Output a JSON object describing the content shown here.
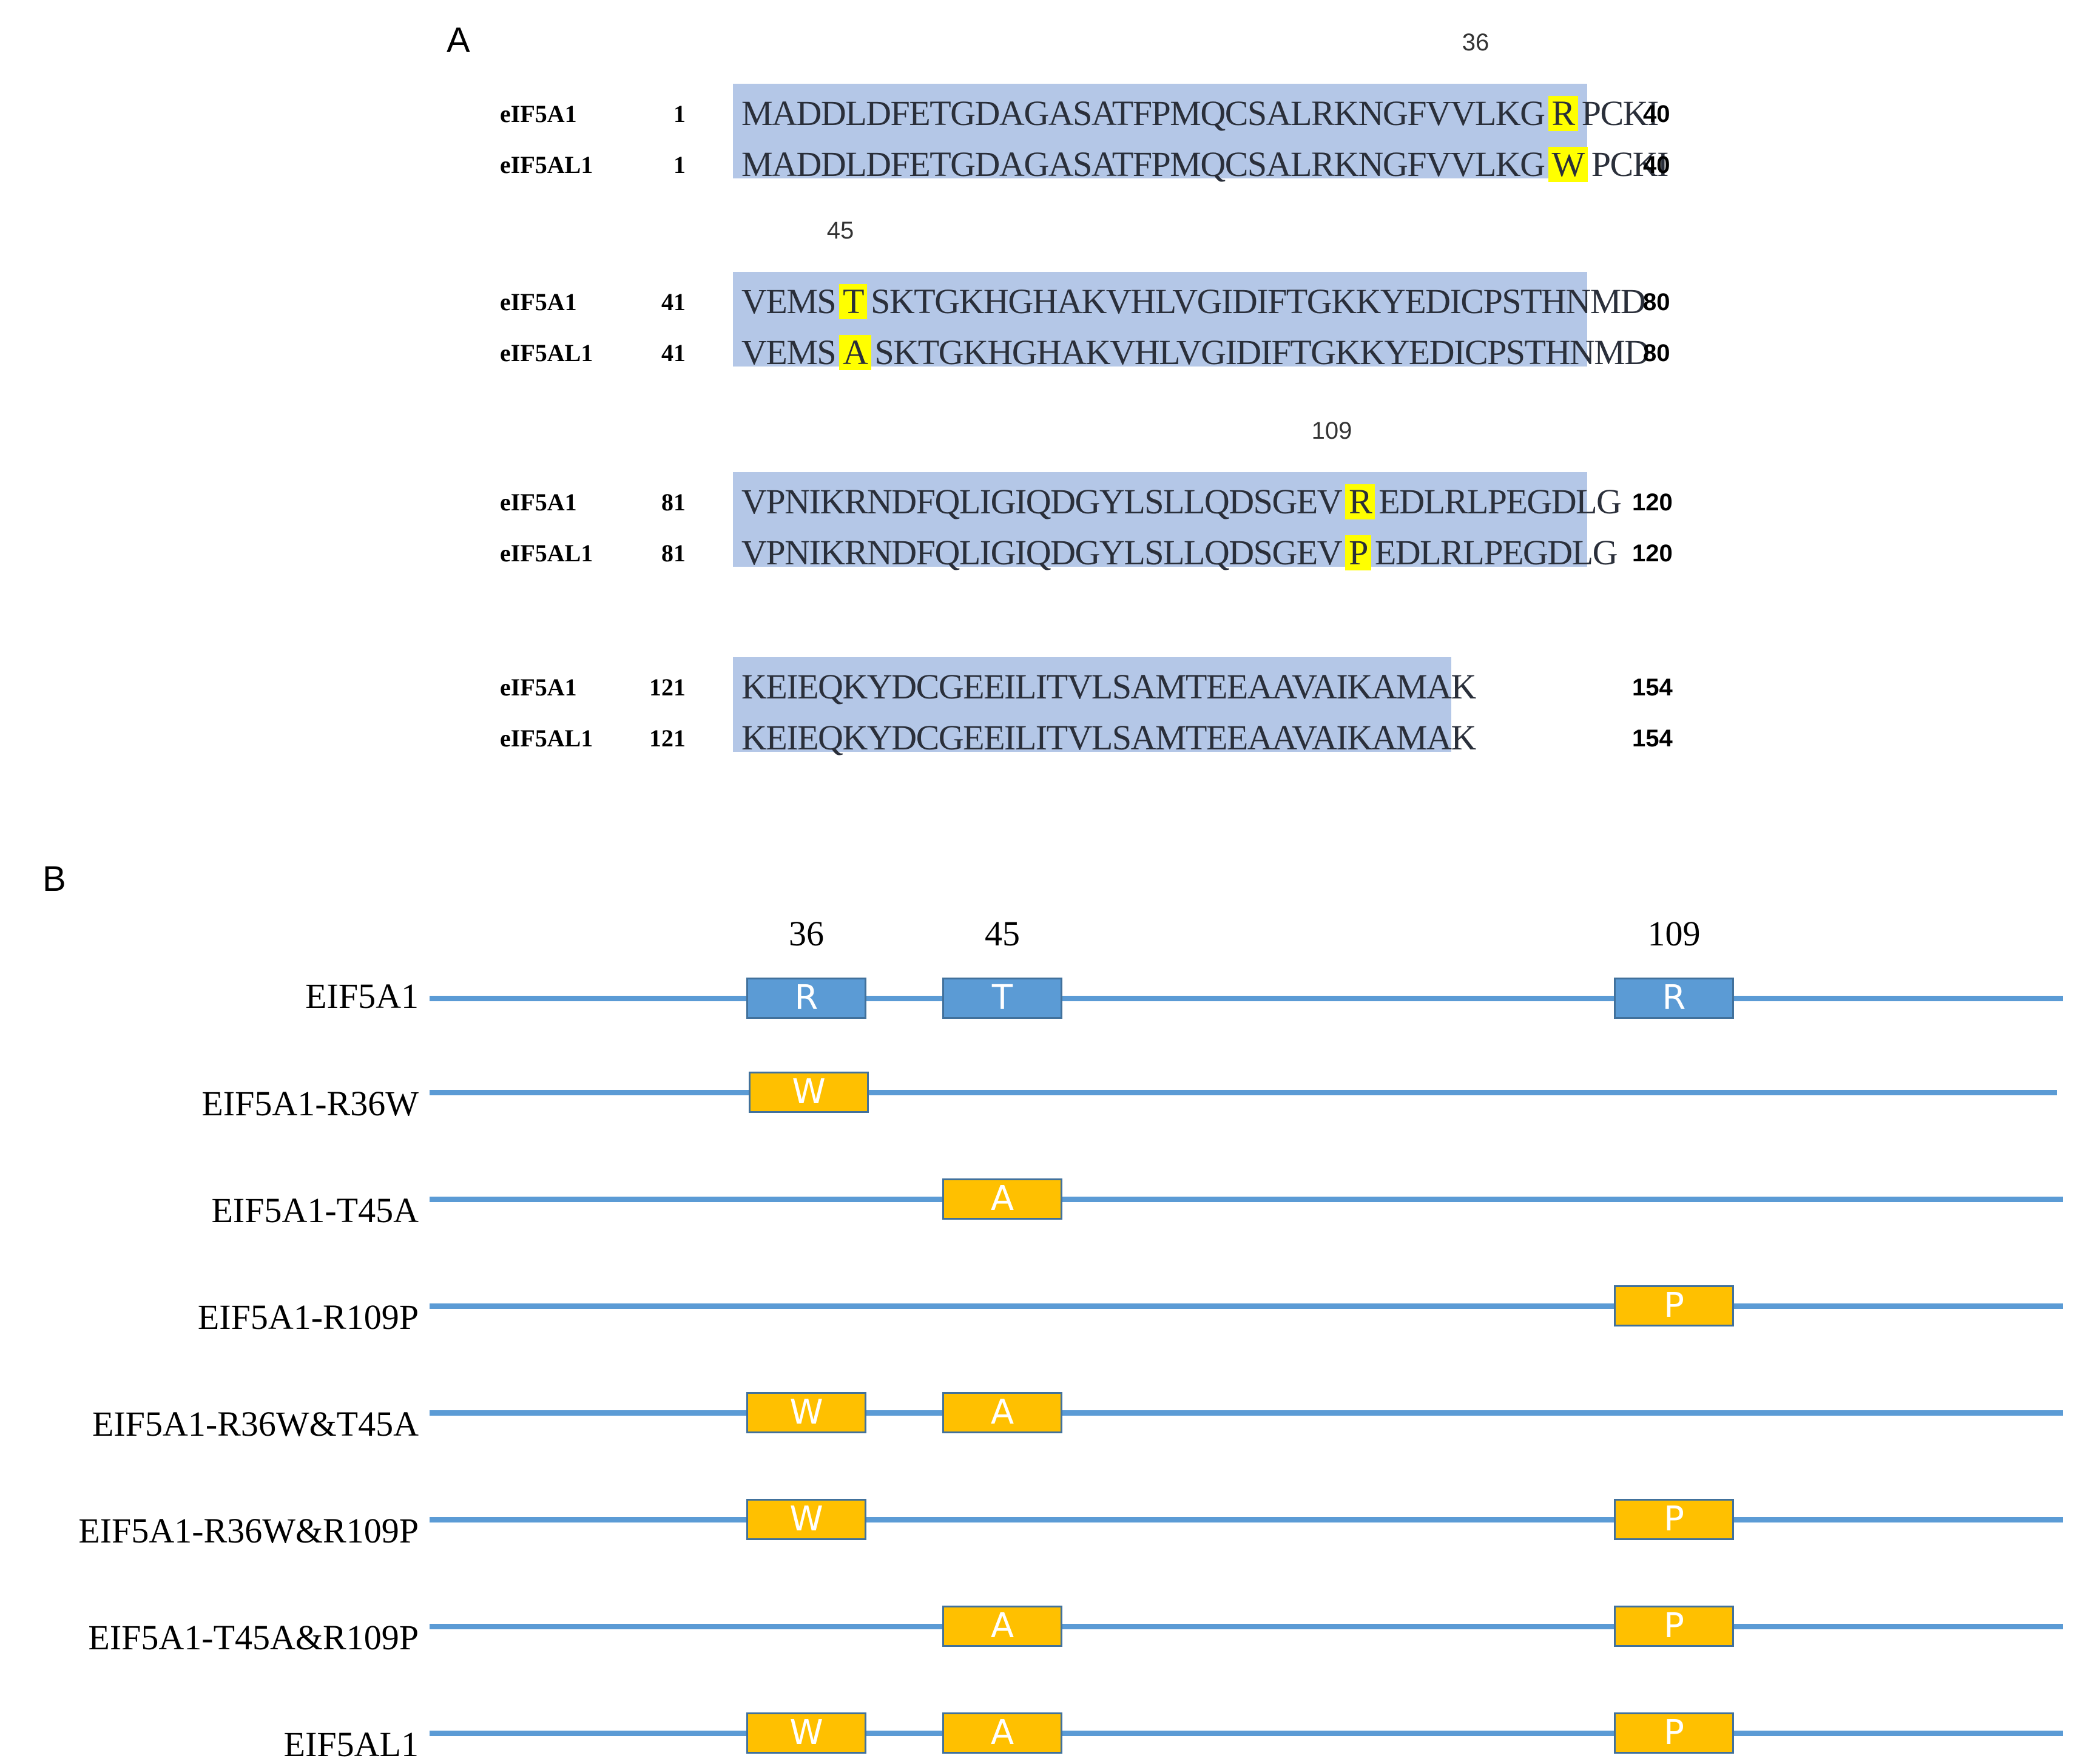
{
  "panel_a": {
    "label": "A",
    "rows": [
      {
        "position_label": "36",
        "seq1": {
          "name": "eIF5A1",
          "start": "1",
          "pre": "MADDLDFETGDAGASATFPMQCSALRKNGFVVLKG",
          "hl": "R",
          "post": "PCKI",
          "end": "40"
        },
        "seq2": {
          "name": "eIF5AL1",
          "start": "1",
          "pre": "MADDLDFETGDAGASATFPMQCSALRKNGFVVLKG",
          "hl": "W",
          "post": "PCKI",
          "end": "40"
        }
      },
      {
        "position_label": "45",
        "seq1": {
          "name": "eIF5A1",
          "start": "41",
          "pre": "VEMS",
          "hl": "T",
          "post": "SKTGKHGHAKVHLVGIDIFTGKKYEDICPSTHNMD",
          "end": "80"
        },
        "seq2": {
          "name": "eIF5AL1",
          "start": "41",
          "pre": "VEMS",
          "hl": "A",
          "post": "SKTGKHGHAKVHLVGIDIFTGKKYEDICPSTHNMD",
          "end": "80"
        }
      },
      {
        "position_label": "109",
        "seq1": {
          "name": "eIF5A1",
          "start": "81",
          "pre": "VPNIKRNDFQLIGIQDGYLSLLQDSGEV",
          "hl": "R",
          "post": "EDLRLPEGDLG",
          "end": "120"
        },
        "seq2": {
          "name": "eIF5AL1",
          "start": "81",
          "pre": "VPNIKRNDFQLIGIQDGYLSLLQDSGEV",
          "hl": "P",
          "post": "EDLRLPEGDLG",
          "end": "120"
        }
      },
      {
        "position_label": "",
        "seq1": {
          "name": "eIF5A1",
          "start": "121",
          "pre": "KEIEQKYDCGEEILITVLSAMTEEAAVAIKAMAK",
          "hl": "",
          "post": "",
          "end": "154"
        },
        "seq2": {
          "name": "eIF5AL1",
          "start": "121",
          "pre": "KEIEQKYDCGEEILITVLSAMTEEAAVAIKAMAK",
          "hl": "",
          "post": "",
          "end": "154"
        }
      }
    ]
  },
  "panel_b": {
    "label": "B",
    "site_numbers": [
      "36",
      "45",
      "109"
    ],
    "constructs": [
      {
        "name": "EIF5A1",
        "residues": [
          "R",
          "T",
          "R"
        ],
        "type": "wt"
      },
      {
        "name": "EIF5A1-R36W",
        "residues": [
          "W",
          "",
          ""
        ],
        "type": "mut"
      },
      {
        "name": "EIF5A1-T45A",
        "residues": [
          "",
          "A",
          ""
        ],
        "type": "mut"
      },
      {
        "name": "EIF5A1-R109P",
        "residues": [
          "",
          "",
          "P"
        ],
        "type": "mut"
      },
      {
        "name": "EIF5A1-R36W&T45A",
        "residues": [
          "W",
          "A",
          ""
        ],
        "type": "mut"
      },
      {
        "name": "EIF5A1-R36W&R109P",
        "residues": [
          "W",
          "",
          "P"
        ],
        "type": "mut"
      },
      {
        "name": "EIF5A1-T45A&R109P",
        "residues": [
          "",
          "A",
          "P"
        ],
        "type": "mut"
      },
      {
        "name": "EIF5AL1",
        "residues": [
          "W",
          "A",
          "P"
        ],
        "type": "mut"
      }
    ]
  },
  "colors": {
    "alignment_bg": "#b4c7e7",
    "highlight": "#ffff00",
    "backbone": "#5b9bd5",
    "wildtype_box": "#5b9bd5",
    "mutant_box": "#ffc000"
  }
}
